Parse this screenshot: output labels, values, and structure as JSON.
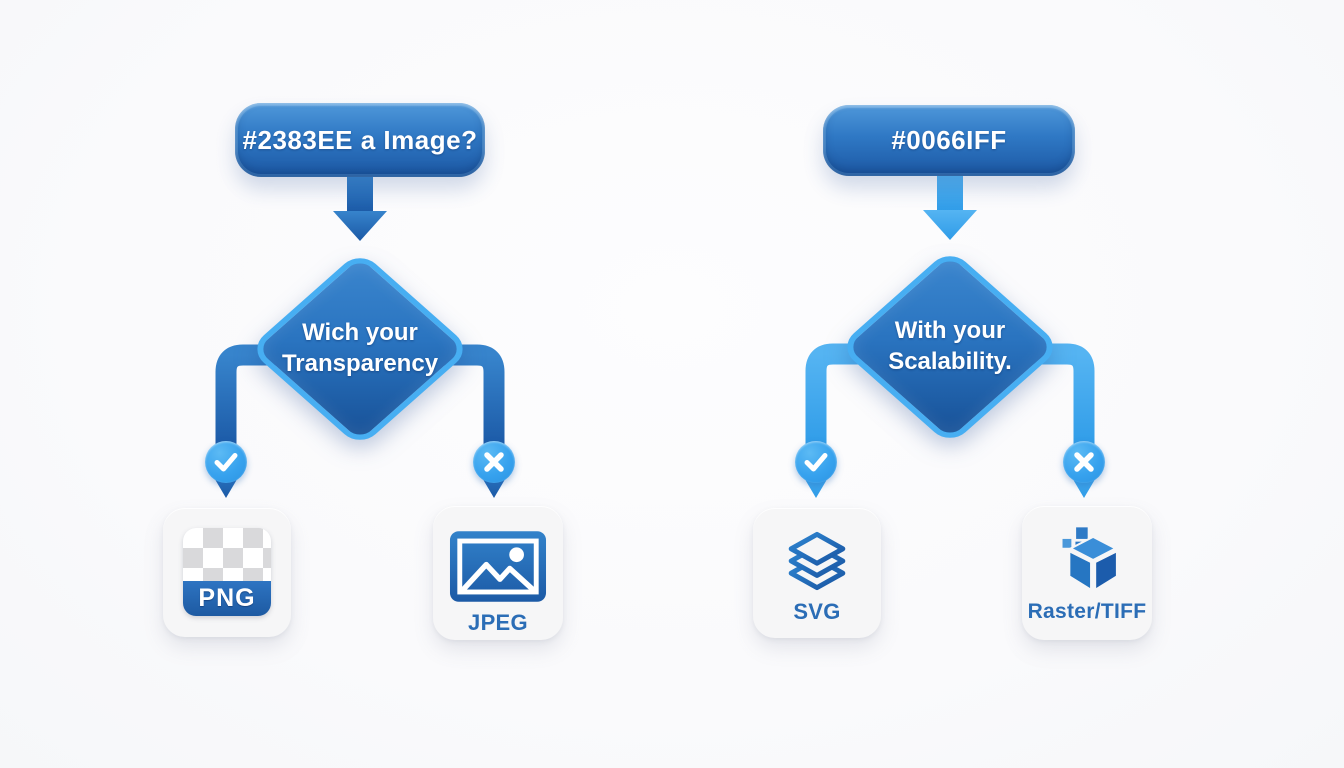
{
  "flowcharts": {
    "left": {
      "start_label": "#2383EE a Image?",
      "decision_line1": "Wich your",
      "decision_line2": "Transparency",
      "yes_label": "PNG",
      "no_label": "JPEG"
    },
    "right": {
      "start_label": "#0066IFF",
      "decision_line1": "With your",
      "decision_line2": "Scalability.",
      "yes_label": "SVG",
      "no_label": "Raster/TIFF"
    }
  },
  "icons": {
    "yes_badge": "check-icon",
    "no_badge": "x-icon",
    "png_result": "checkerboard-file-icon",
    "jpeg_result": "photo-image-icon",
    "svg_result": "layers-icon",
    "tiff_result": "pixel-cube-icon"
  },
  "colors": {
    "background": "#fafafc",
    "node_gradient_top": "#4f98da",
    "node_gradient_bottom": "#1c58a4",
    "diamond_border": "#47aef2",
    "connector_dark": "#2268b2",
    "connector_light": "#3fa9ec",
    "badge_fill": "#37a2ee",
    "card_background": "#f6f6f7",
    "card_label_text": "#2b6db6",
    "png_bar_blue": "#1f5fa8",
    "checker_gray": "#d9d9db"
  }
}
